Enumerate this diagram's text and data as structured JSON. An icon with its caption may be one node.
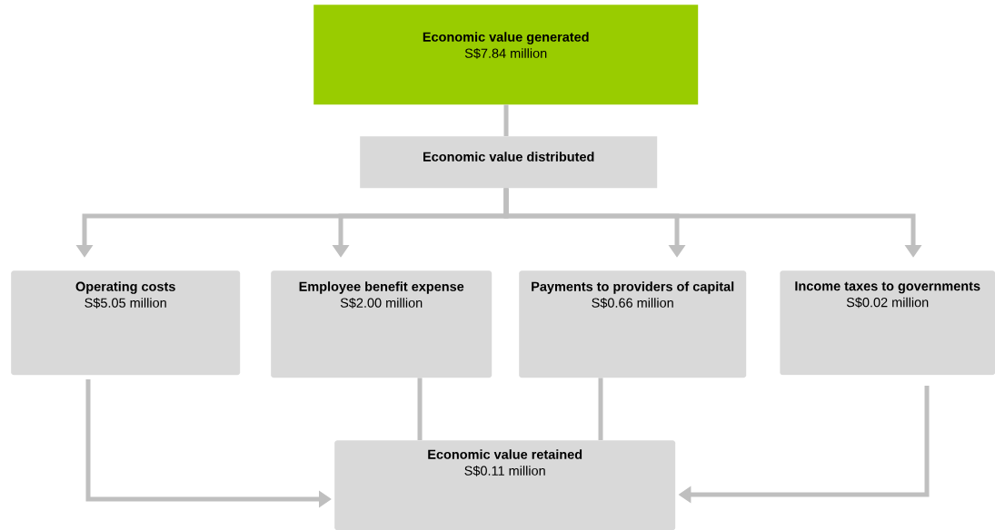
{
  "diagram": {
    "nodes": [
      {
        "text": [
          "Economic value generated",
          "S$7.84 million"
        ]
      },
      {
        "text": [
          "Economic value distributed"
        ]
      },
      {
        "text": [
          "Operating costs",
          "S$5.05 million"
        ]
      },
      {
        "text": [
          "Employee benefit expense",
          "S$2.00 million"
        ]
      },
      {
        "text": [
          "Payments to providers of capital",
          "S$0.66 million"
        ]
      },
      {
        "text": [
          "Income taxes to governments",
          "S$0.02 million"
        ]
      },
      {
        "text": [
          "Economic value retained",
          "S$0.11 million"
        ]
      }
    ],
    "edges": [
      {
        "from": 0,
        "to": 1,
        "arrow": "none"
      },
      {
        "from": 1,
        "to": 2,
        "arrow": "to"
      },
      {
        "from": 1,
        "to": 3,
        "arrow": "to"
      },
      {
        "from": 1,
        "to": 4,
        "arrow": "to"
      },
      {
        "from": 1,
        "to": 5,
        "arrow": "to"
      },
      {
        "from": 2,
        "to": 6,
        "arrow": "to"
      },
      {
        "from": 3,
        "to": 6,
        "arrow": "none"
      },
      {
        "from": 4,
        "to": 6,
        "arrow": "none"
      },
      {
        "from": 5,
        "to": 6,
        "arrow": "to"
      }
    ]
  }
}
